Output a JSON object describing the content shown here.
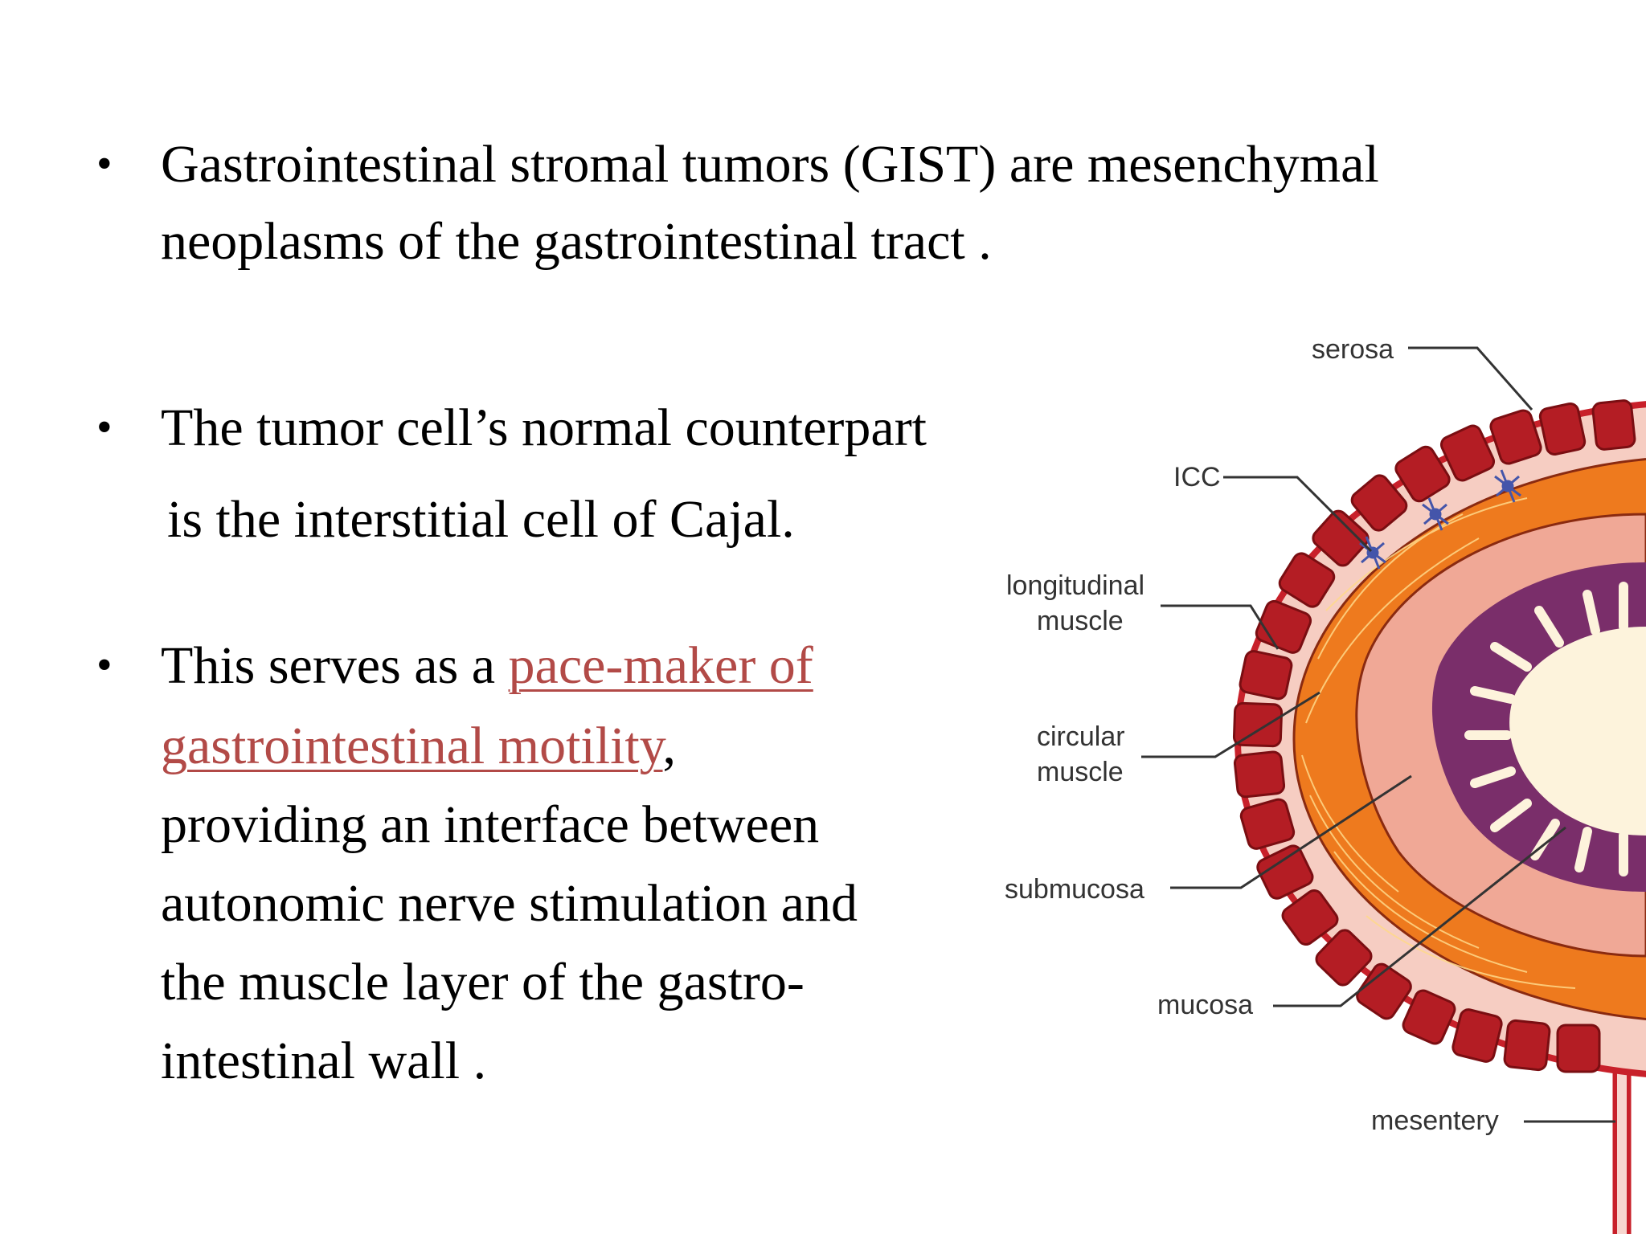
{
  "bullets": {
    "b1": {
      "line1": "Gastrointestinal stromal tumors (GIST) are mesenchymal",
      "line2": "neoplasms of the gastrointestinal tract ."
    },
    "b2": {
      "line1": "The tumor cell’s normal counterpart",
      "line2": "is the interstitial cell of Cajal."
    },
    "b3": {
      "line1_prefix": "This serves as a ",
      "line1_link": "pace-maker of",
      "line2_link": "gastrointestinal motility",
      "line2_suffix": ",",
      "line3": "providing an interface between",
      "line4": "autonomic nerve stimulation and",
      "line5": "the muscle layer of the gastro-",
      "line6": "intestinal wall ."
    },
    "marker": "•"
  },
  "diagram": {
    "labels": {
      "serosa": "serosa",
      "icc": "ICC",
      "longitudinal_1": "longitudinal",
      "longitudinal_2": "muscle",
      "circular_1": "circular",
      "circular_2": "muscle",
      "submucosa": "submucosa",
      "mucosa": "mucosa",
      "mesentery": "mesentery"
    },
    "colors": {
      "serosa_outline": "#c8202a",
      "longitudinal_blocks": "#b41d24",
      "circular_muscle": "#ee7a1e",
      "submucosa": "#f0a896",
      "mucosa": "#7a2e6a",
      "lumen": "#fdf3dc",
      "icc": "#4455aa"
    }
  }
}
